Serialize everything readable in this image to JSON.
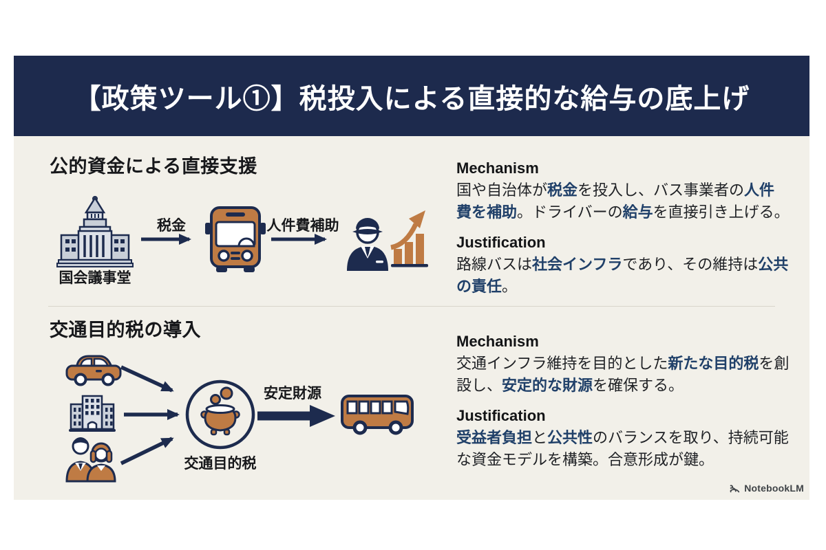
{
  "slide": {
    "header": {
      "title": "【政策ツール①】税投入による直接的な給与の底上げ"
    },
    "footer": {
      "brand": "NotebookLM"
    }
  },
  "colors": {
    "header_bg": "#1d2a4d",
    "body_bg": "#f2f0e9",
    "navy": "#1d2b4e",
    "orange": "#bf7b44",
    "emphasis": "#204069",
    "text": "#1f2125",
    "gray": "#c9cfd8",
    "divider": "#d8d5cb",
    "brand": "#3f4347"
  },
  "sections": [
    {
      "heading": "公的資金による直接支援",
      "diagram": {
        "source_label": "国会議事堂",
        "arrow1_label": "税金",
        "arrow2_label": "人件費補助"
      },
      "mechanism": {
        "heading": "Mechanism",
        "segments": [
          {
            "t": "国や自治体が"
          },
          {
            "t": "税金",
            "em": true
          },
          {
            "t": "を投入し、バス事業者の"
          },
          {
            "t": "人件",
            "em": true
          },
          {
            "br": true
          },
          {
            "t": "費を補助",
            "em": true
          },
          {
            "t": "。ドライバーの"
          },
          {
            "t": "給与",
            "em": true
          },
          {
            "t": "を直接引き上げる。"
          }
        ]
      },
      "justification": {
        "heading": "Justification",
        "segments": [
          {
            "t": "路線バスは"
          },
          {
            "t": "社会インフラ",
            "em": true
          },
          {
            "t": "であり、その維持は"
          },
          {
            "t": "公共",
            "em": true
          },
          {
            "br": true
          },
          {
            "t": "の責任",
            "em": true
          },
          {
            "t": "。"
          }
        ]
      }
    },
    {
      "heading": "交通目的税の導入",
      "diagram": {
        "pool_label": "交通目的税",
        "arrow_label": "安定財源"
      },
      "mechanism": {
        "heading": "Mechanism",
        "segments": [
          {
            "t": "交通インフラ維持を目的とした"
          },
          {
            "t": "新たな目的税",
            "em": true
          },
          {
            "t": "を創"
          },
          {
            "br": true
          },
          {
            "t": "設し、"
          },
          {
            "t": "安定的な財源",
            "em": true
          },
          {
            "t": "を確保する。"
          }
        ]
      },
      "justification": {
        "heading": "Justification",
        "segments": [
          {
            "t": "受益者負担",
            "em": true
          },
          {
            "t": "と"
          },
          {
            "t": "公共性",
            "em": true
          },
          {
            "t": "のバランスを取り、持続可能"
          },
          {
            "br": true
          },
          {
            "t": "な資金モデルを構築。合意形成が鍵。"
          }
        ]
      }
    }
  ]
}
